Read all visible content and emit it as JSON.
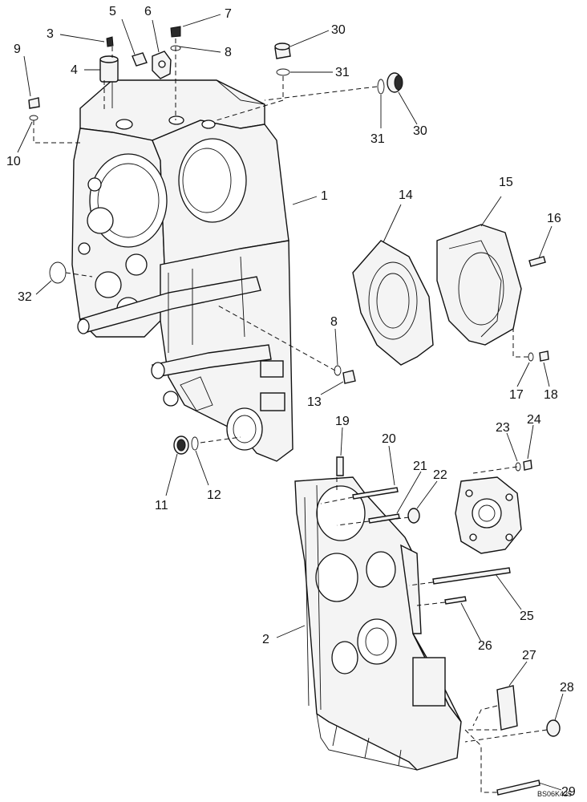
{
  "figure": {
    "reference": "BS06K425"
  },
  "callouts": [
    {
      "id": "c1",
      "label": "1"
    },
    {
      "id": "c2",
      "label": "2"
    },
    {
      "id": "c3",
      "label": "3"
    },
    {
      "id": "c4",
      "label": "4"
    },
    {
      "id": "c5",
      "label": "5"
    },
    {
      "id": "c6",
      "label": "6"
    },
    {
      "id": "c7",
      "label": "7"
    },
    {
      "id": "c8a",
      "label": "8"
    },
    {
      "id": "c8b",
      "label": "8"
    },
    {
      "id": "c9",
      "label": "9"
    },
    {
      "id": "c10",
      "label": "10"
    },
    {
      "id": "c11",
      "label": "11"
    },
    {
      "id": "c12",
      "label": "12"
    },
    {
      "id": "c13",
      "label": "13"
    },
    {
      "id": "c14",
      "label": "14"
    },
    {
      "id": "c15",
      "label": "15"
    },
    {
      "id": "c16",
      "label": "16"
    },
    {
      "id": "c17",
      "label": "17"
    },
    {
      "id": "c18",
      "label": "18"
    },
    {
      "id": "c19",
      "label": "19"
    },
    {
      "id": "c20",
      "label": "20"
    },
    {
      "id": "c21",
      "label": "21"
    },
    {
      "id": "c22",
      "label": "22"
    },
    {
      "id": "c23",
      "label": "23"
    },
    {
      "id": "c24",
      "label": "24"
    },
    {
      "id": "c25",
      "label": "25"
    },
    {
      "id": "c26",
      "label": "26"
    },
    {
      "id": "c27",
      "label": "27"
    },
    {
      "id": "c28",
      "label": "28"
    },
    {
      "id": "c29",
      "label": "29"
    },
    {
      "id": "c30a",
      "label": "30"
    },
    {
      "id": "c30b",
      "label": "30"
    },
    {
      "id": "c31a",
      "label": "31"
    },
    {
      "id": "c31b",
      "label": "31"
    },
    {
      "id": "c32",
      "label": "32"
    }
  ]
}
